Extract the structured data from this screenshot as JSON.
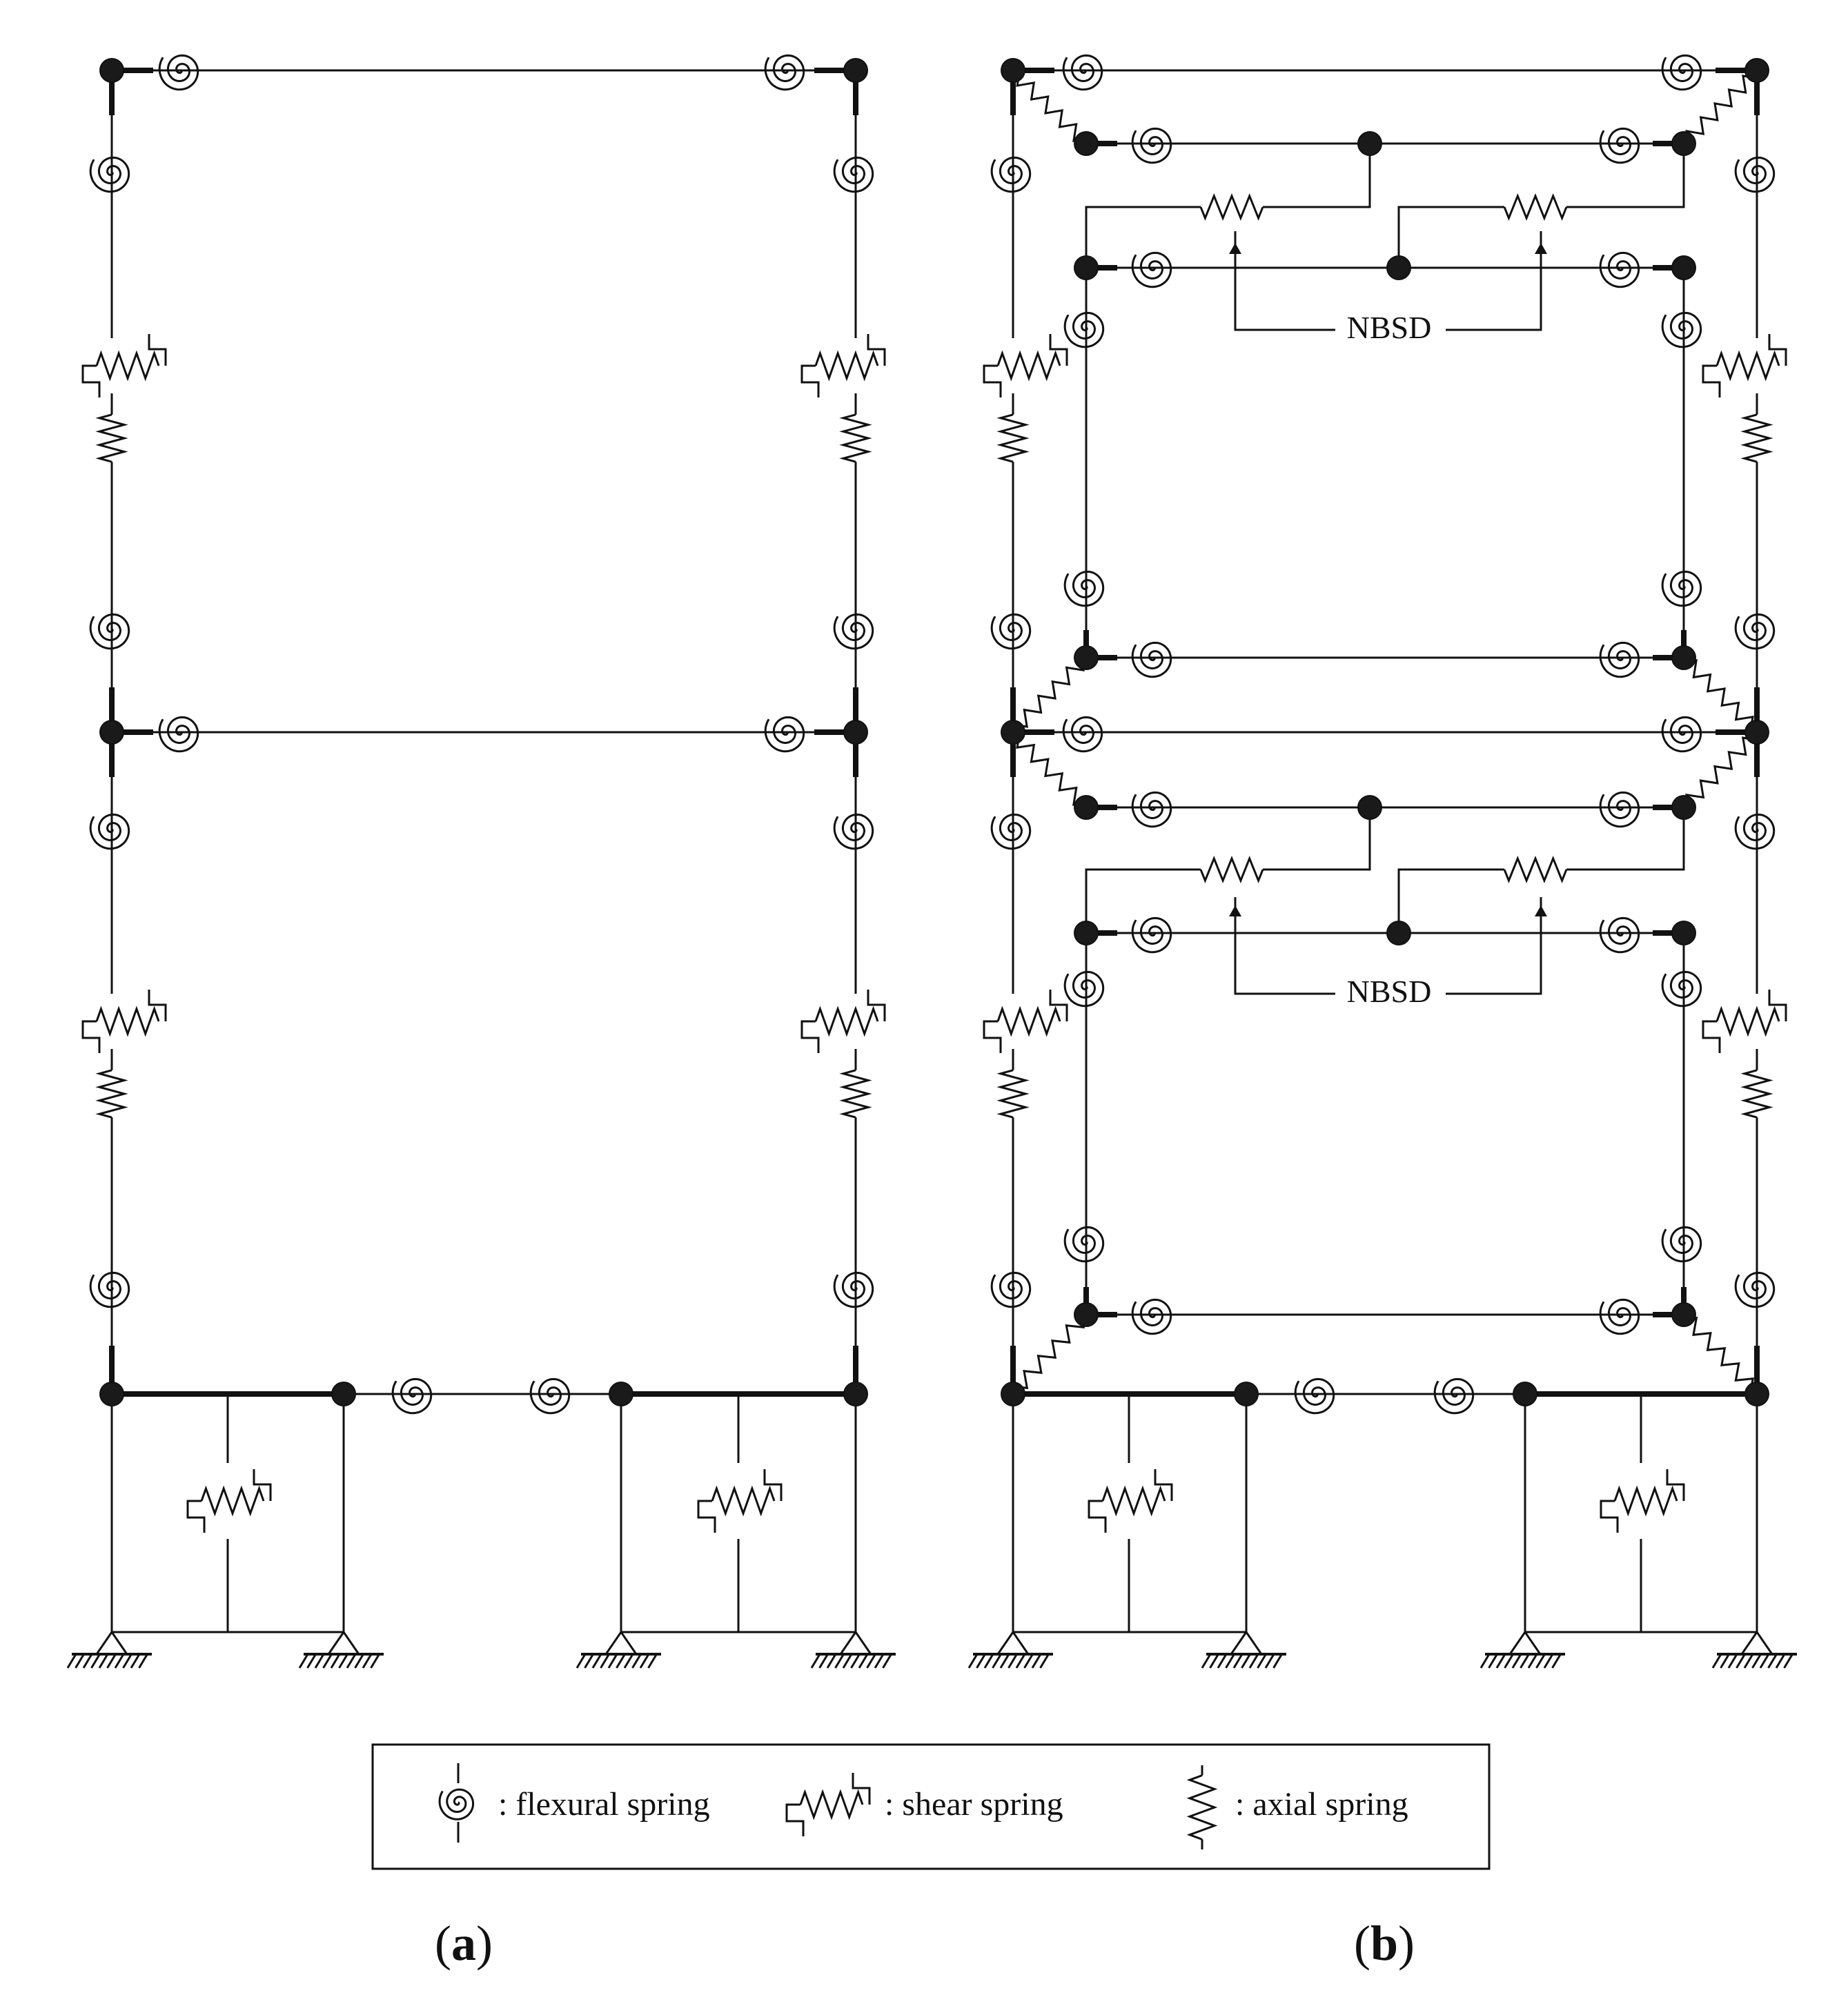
{
  "panels": [
    {
      "label_open": "(",
      "label_letter": "a",
      "label_close": ")"
    },
    {
      "label_open": "(",
      "label_letter": "b",
      "label_close": ")"
    }
  ],
  "annotations": [
    "NBSD",
    "NBSD"
  ],
  "legend": {
    "flexural": ": flexural spring",
    "shear": ": shear spring",
    "axial": ": axial spring"
  },
  "colors": {
    "line": "#111111",
    "node": "#1a1a1a",
    "background": "#ffffff"
  }
}
